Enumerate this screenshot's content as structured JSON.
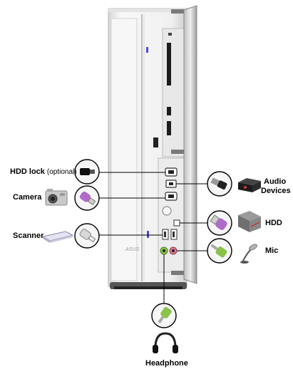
{
  "labels": {
    "hdd_lock": "HDD lock",
    "hdd_lock_note": "(optional)",
    "camera": "Camera",
    "scanner": "Scanner",
    "audio_devices_line1": "Audio",
    "audio_devices_line2": "Devices",
    "hdd": "HDD",
    "mic": "Mic",
    "headphone": "Headphone"
  },
  "case_logo": "ASUS",
  "colors": {
    "case_body": "#f2f2f2",
    "case_edge": "#c8c8c8",
    "port_panel": "#e9e9e9",
    "usb_connector": "#b06bc9",
    "audio_green": "#8bc34a",
    "audio_pink": "#e07890",
    "power_led": "#4a4ae8",
    "callout_line": "#000000"
  },
  "icons": {
    "hdd_lock": "key-icon",
    "camera": "camera-icon",
    "scanner": "scanner-icon",
    "audio_devices": "speaker-device-icon",
    "hdd": "external-drive-icon",
    "mic": "microphone-icon",
    "headphone": "headphone-icon"
  }
}
